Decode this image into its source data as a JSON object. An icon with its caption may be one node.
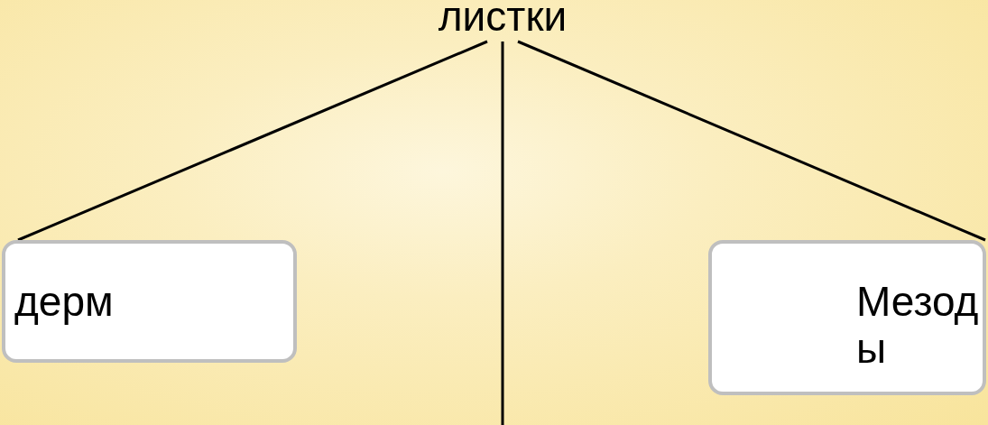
{
  "diagram": {
    "nodes": [
      {
        "text": [
          "листки"
        ]
      },
      {
        "text": [
          "дерм"
        ]
      },
      {
        "text": [
          "Мезод ы"
        ]
      }
    ],
    "edges": [
      {
        "from": 0,
        "to": 1,
        "arrow": "none"
      },
      {
        "from": 0,
        "to": 2,
        "arrow": "none"
      },
      {
        "from": 0,
        "to": null,
        "arrow": "none"
      }
    ]
  }
}
